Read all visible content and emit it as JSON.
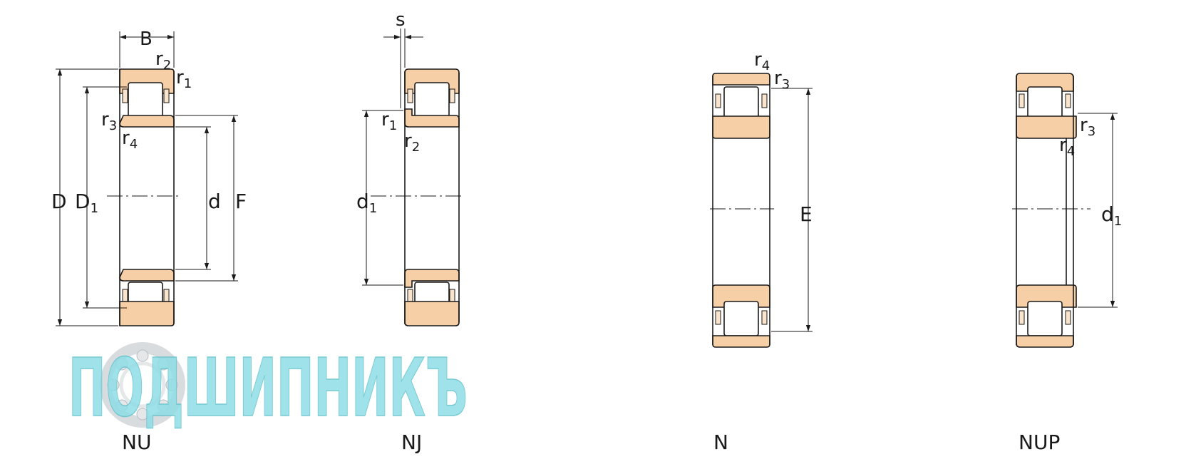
{
  "diagrams": {
    "nu": {
      "caption": "NU",
      "labels": {
        "B": "B",
        "D": "D",
        "D1": "D",
        "D1_sub": "1",
        "d": "d",
        "F": "F",
        "r1": "r",
        "r1_sub": "1",
        "r2": "r",
        "r2_sub": "2",
        "r3": "r",
        "r3_sub": "3",
        "r4": "r",
        "r4_sub": "4"
      }
    },
    "nj": {
      "caption": "NJ",
      "labels": {
        "s": "s",
        "d1": "d",
        "d1_sub": "1",
        "r1": "r",
        "r1_sub": "1",
        "r2": "r",
        "r2_sub": "2"
      }
    },
    "n": {
      "caption": "N",
      "labels": {
        "E": "E",
        "r3": "r",
        "r3_sub": "3",
        "r4": "r",
        "r4_sub": "4"
      }
    },
    "nup": {
      "caption": "NUP",
      "labels": {
        "d1": "d",
        "d1_sub": "1",
        "r3": "r",
        "r3_sub": "3",
        "r4": "r",
        "r4_sub": "4"
      }
    }
  },
  "watermark": {
    "text": "ПОДШИПНИКЪ"
  },
  "colors": {
    "ring": "#f7cfa6",
    "watermark": "#8fdde6",
    "line": "#1a1a1a"
  }
}
